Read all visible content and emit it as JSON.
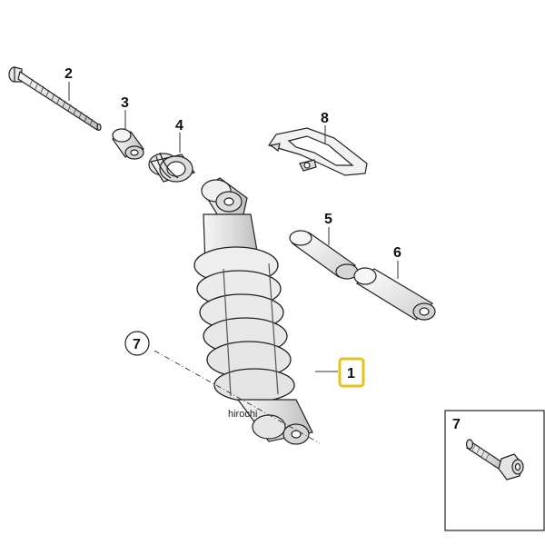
{
  "parts": [
    {
      "id": "1",
      "number": "1"
    },
    {
      "id": "2",
      "number": "2"
    },
    {
      "id": "3",
      "number": "3"
    },
    {
      "id": "4",
      "number": "4"
    },
    {
      "id": "5",
      "number": "5"
    },
    {
      "id": "6",
      "number": "6"
    },
    {
      "id": "7",
      "number": "7"
    },
    {
      "id": "7b",
      "number": "7"
    },
    {
      "id": "8",
      "number": "8"
    }
  ],
  "highlight": {
    "part": "1",
    "color": "#e8c21a"
  },
  "watermark": "hirochi"
}
